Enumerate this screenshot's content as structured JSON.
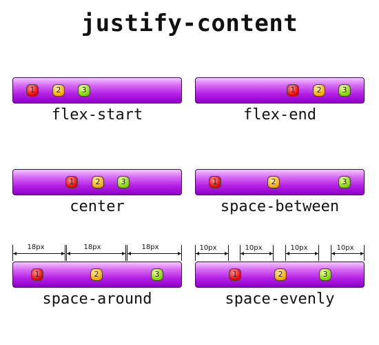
{
  "title": "justify-content",
  "items": [
    "1",
    "2",
    "3"
  ],
  "labels": {
    "flex_start": "flex-start",
    "flex_end": "flex-end",
    "center": "center",
    "space_between": "space-between",
    "space_around": "space-around",
    "space_evenly": "space-evenly"
  },
  "dimensions": {
    "space_around": [
      "18px",
      "18px",
      "18px"
    ],
    "space_evenly": [
      "10px",
      "10px",
      "10px",
      "10px"
    ]
  },
  "colors": {
    "bar_top": "#f3c6ff",
    "bar_bottom": "#8e00c8",
    "item_1": "#e60000",
    "item_2": "#f5a800",
    "item_3": "#7fd400"
  }
}
